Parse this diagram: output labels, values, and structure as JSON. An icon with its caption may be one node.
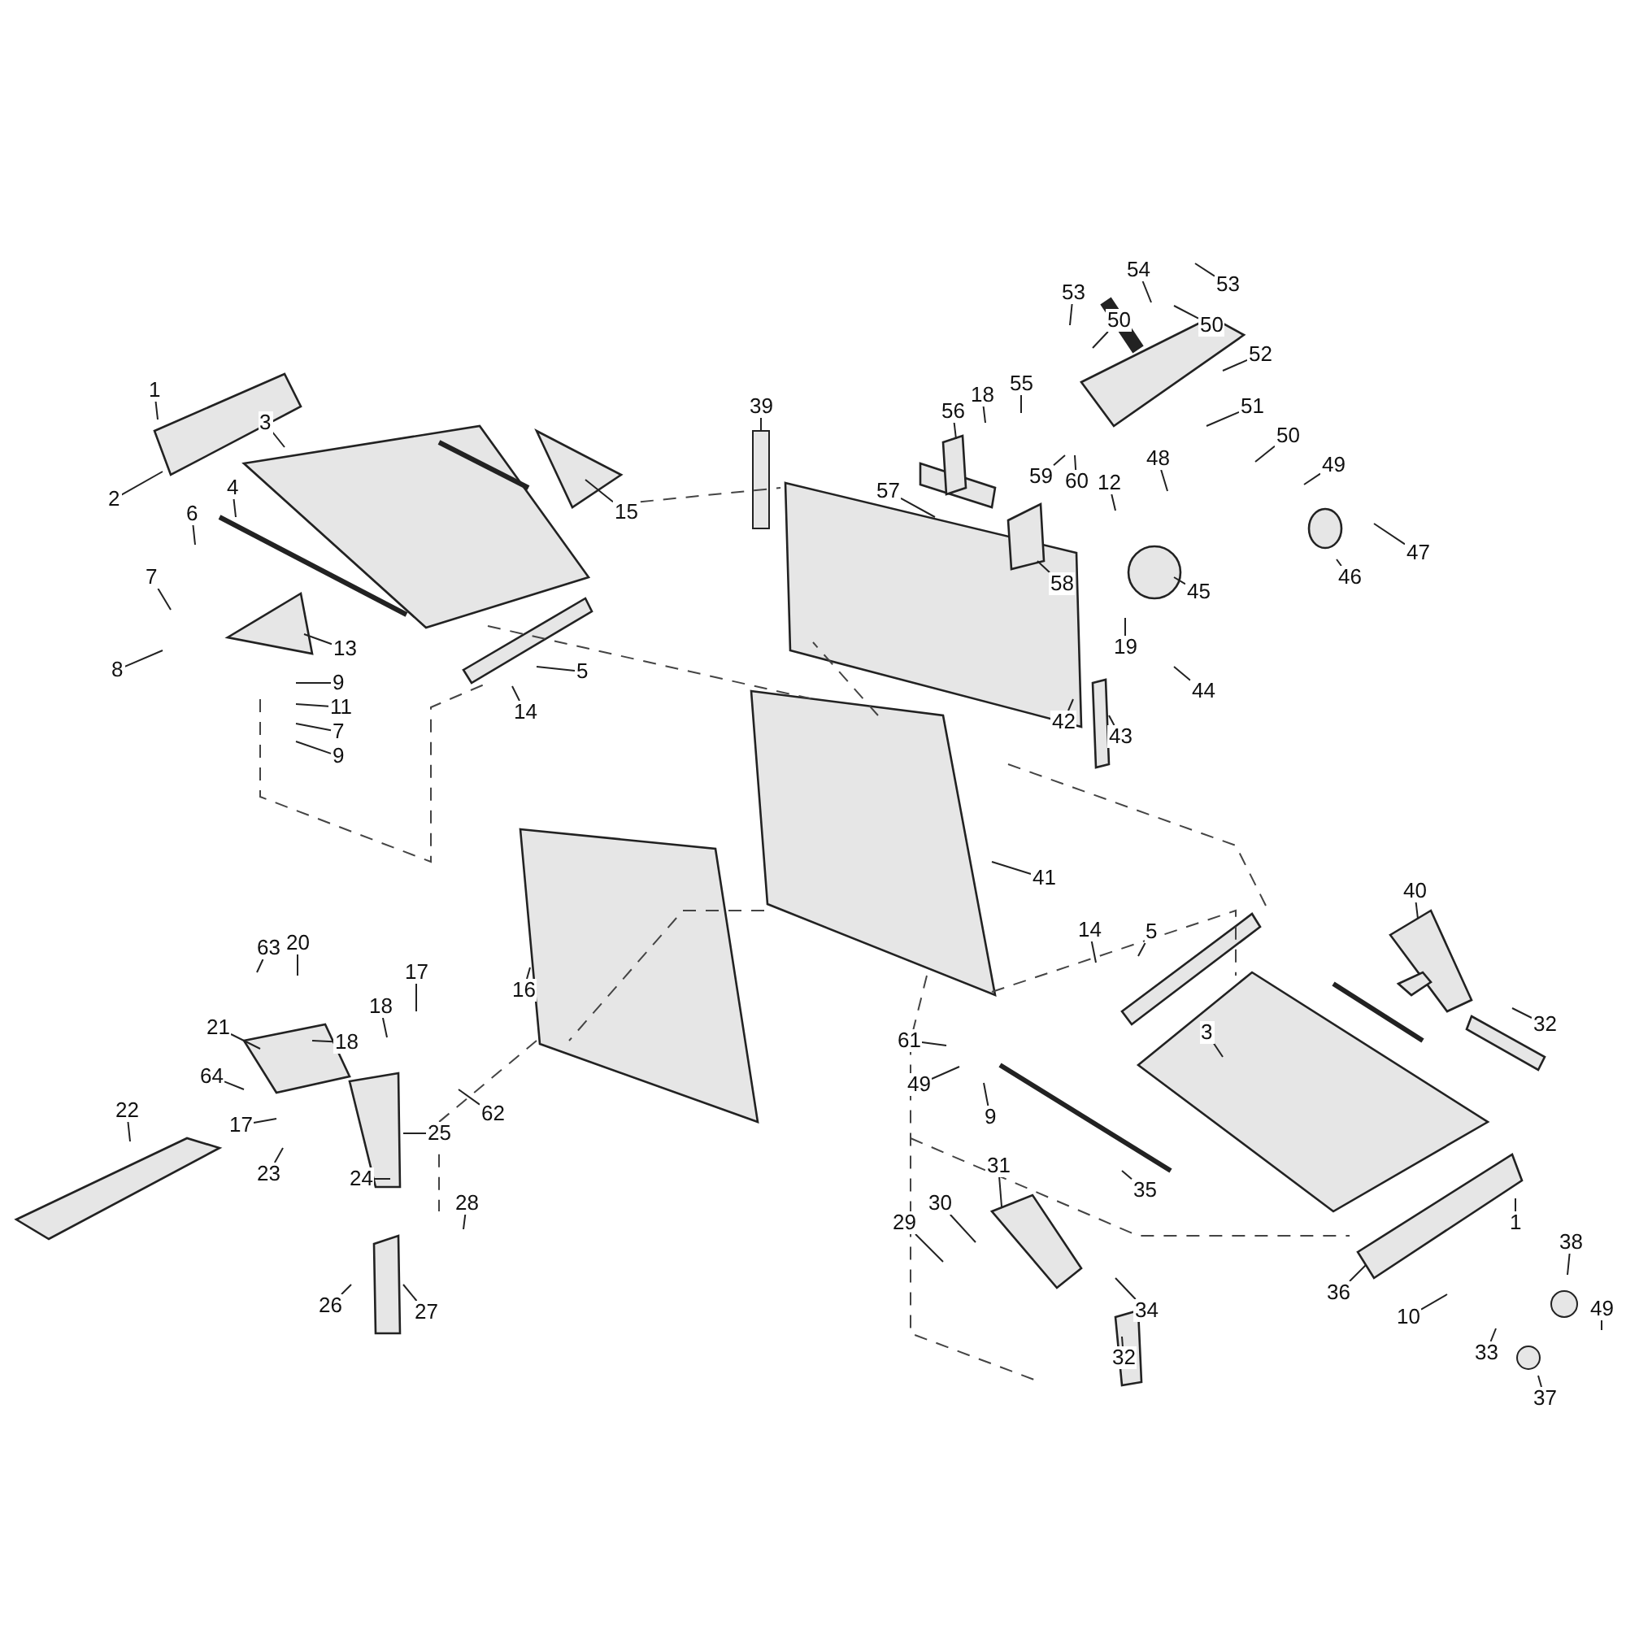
{
  "diagram": {
    "nodes": [
      {
        "text": [
          "1"
        ]
      },
      {
        "text": [
          "2"
        ]
      },
      {
        "text": [
          "3"
        ]
      },
      {
        "text": [
          "4"
        ]
      },
      {
        "text": [
          "6"
        ]
      },
      {
        "text": [
          "7"
        ]
      },
      {
        "text": [
          "8"
        ]
      },
      {
        "text": [
          "13"
        ]
      },
      {
        "text": [
          "15"
        ]
      },
      {
        "text": [
          "5"
        ]
      },
      {
        "text": [
          "14"
        ]
      },
      {
        "text": [
          "9"
        ]
      },
      {
        "text": [
          "11"
        ]
      },
      {
        "text": [
          "7"
        ]
      },
      {
        "text": [
          "9"
        ]
      },
      {
        "text": [
          "39"
        ]
      },
      {
        "text": [
          "53"
        ]
      },
      {
        "text": [
          "50"
        ]
      },
      {
        "text": [
          "54"
        ]
      },
      {
        "text": [
          "53"
        ]
      },
      {
        "text": [
          "50"
        ]
      },
      {
        "text": [
          "52"
        ]
      },
      {
        "text": [
          "56"
        ]
      },
      {
        "text": [
          "18"
        ]
      },
      {
        "text": [
          "55"
        ]
      },
      {
        "text": [
          "51"
        ]
      },
      {
        "text": [
          "50"
        ]
      },
      {
        "text": [
          "49"
        ]
      },
      {
        "text": [
          "59"
        ]
      },
      {
        "text": [
          "60"
        ]
      },
      {
        "text": [
          "12"
        ]
      },
      {
        "text": [
          "48"
        ]
      },
      {
        "text": [
          "57"
        ]
      },
      {
        "text": [
          "58"
        ]
      },
      {
        "text": [
          "45"
        ]
      },
      {
        "text": [
          "46"
        ]
      },
      {
        "text": [
          "47"
        ]
      },
      {
        "text": [
          "19"
        ]
      },
      {
        "text": [
          "44"
        ]
      },
      {
        "text": [
          "42"
        ]
      },
      {
        "text": [
          "43"
        ]
      },
      {
        "text": [
          "41"
        ]
      },
      {
        "text": [
          "40"
        ]
      },
      {
        "text": [
          "5"
        ]
      },
      {
        "text": [
          "14"
        ]
      },
      {
        "text": [
          "32"
        ]
      },
      {
        "text": [
          "3"
        ]
      },
      {
        "text": [
          "61"
        ]
      },
      {
        "text": [
          "49"
        ]
      },
      {
        "text": [
          "9"
        ]
      },
      {
        "text": [
          "35"
        ]
      },
      {
        "text": [
          "31"
        ]
      },
      {
        "text": [
          "30"
        ]
      },
      {
        "text": [
          "29"
        ]
      },
      {
        "text": [
          "34"
        ]
      },
      {
        "text": [
          "32"
        ]
      },
      {
        "text": [
          "36"
        ]
      },
      {
        "text": [
          "1"
        ]
      },
      {
        "text": [
          "10"
        ]
      },
      {
        "text": [
          "33"
        ]
      },
      {
        "text": [
          "37"
        ]
      },
      {
        "text": [
          "38"
        ]
      },
      {
        "text": [
          "49"
        ]
      },
      {
        "text": [
          "63"
        ]
      },
      {
        "text": [
          "20"
        ]
      },
      {
        "text": [
          "18"
        ]
      },
      {
        "text": [
          "21"
        ]
      },
      {
        "text": [
          "17"
        ]
      },
      {
        "text": [
          "18"
        ]
      },
      {
        "text": [
          "16"
        ]
      },
      {
        "text": [
          "64"
        ]
      },
      {
        "text": [
          "17"
        ]
      },
      {
        "text": [
          "62"
        ]
      },
      {
        "text": [
          "25"
        ]
      },
      {
        "text": [
          "22"
        ]
      },
      {
        "text": [
          "23"
        ]
      },
      {
        "text": [
          "24"
        ]
      },
      {
        "text": [
          "28"
        ]
      },
      {
        "text": [
          "26"
        ]
      },
      {
        "text": [
          "27"
        ]
      }
    ],
    "edges": [
      {
        "from": 0,
        "to": null,
        "arrow": "none"
      },
      {
        "from": 1,
        "to": null,
        "arrow": "none"
      },
      {
        "from": 2,
        "to": null,
        "arrow": "none"
      },
      {
        "from": 3,
        "to": null,
        "arrow": "none"
      },
      {
        "from": 4,
        "to": null,
        "arrow": "none"
      },
      {
        "from": 5,
        "to": null,
        "arrow": "none"
      },
      {
        "from": 6,
        "to": null,
        "arrow": "none"
      },
      {
        "from": 7,
        "to": null,
        "arrow": "none"
      },
      {
        "from": 8,
        "to": null,
        "arrow": "none"
      },
      {
        "from": 9,
        "to": null,
        "arrow": "none"
      },
      {
        "from": 10,
        "to": null,
        "arrow": "none"
      },
      {
        "from": 11,
        "to": null,
        "arrow": "none"
      },
      {
        "from": 12,
        "to": null,
        "arrow": "none"
      },
      {
        "from": 13,
        "to": null,
        "arrow": "none"
      },
      {
        "from": 14,
        "to": null,
        "arrow": "none"
      },
      {
        "from": 15,
        "to": null,
        "arrow": "none"
      },
      {
        "from": 16,
        "to": null,
        "arrow": "none"
      },
      {
        "from": 17,
        "to": null,
        "arrow": "none"
      },
      {
        "from": 18,
        "to": null,
        "arrow": "none"
      },
      {
        "from": 19,
        "to": null,
        "arrow": "none"
      },
      {
        "from": 20,
        "to": null,
        "arrow": "none"
      },
      {
        "from": 21,
        "to": null,
        "arrow": "none"
      },
      {
        "from": 22,
        "to": null,
        "arrow": "none"
      },
      {
        "from": 23,
        "to": null,
        "arrow": "none"
      },
      {
        "from": 24,
        "to": null,
        "arrow": "none"
      },
      {
        "from": 25,
        "to": null,
        "arrow": "none"
      },
      {
        "from": 26,
        "to": null,
        "arrow": "none"
      },
      {
        "from": 27,
        "to": null,
        "arrow": "none"
      },
      {
        "from": 28,
        "to": null,
        "arrow": "none"
      },
      {
        "from": 29,
        "to": null,
        "arrow": "none"
      },
      {
        "from": 30,
        "to": null,
        "arrow": "none"
      },
      {
        "from": 31,
        "to": null,
        "arrow": "none"
      },
      {
        "from": 32,
        "to": null,
        "arrow": "none"
      },
      {
        "from": 33,
        "to": null,
        "arrow": "none"
      },
      {
        "from": 34,
        "to": null,
        "arrow": "none"
      },
      {
        "from": 35,
        "to": null,
        "arrow": "none"
      },
      {
        "from": 36,
        "to": null,
        "arrow": "none"
      },
      {
        "from": 37,
        "to": null,
        "arrow": "none"
      },
      {
        "from": 38,
        "to": null,
        "arrow": "none"
      },
      {
        "from": 39,
        "to": null,
        "arrow": "none"
      },
      {
        "from": 40,
        "to": null,
        "arrow": "none"
      },
      {
        "from": 41,
        "to": null,
        "arrow": "none"
      },
      {
        "from": 42,
        "to": null,
        "arrow": "none"
      },
      {
        "from": 43,
        "to": null,
        "arrow": "none"
      },
      {
        "from": 44,
        "to": null,
        "arrow": "none"
      },
      {
        "from": 45,
        "to": null,
        "arrow": "none"
      },
      {
        "from": 46,
        "to": null,
        "arrow": "none"
      },
      {
        "from": 47,
        "to": null,
        "arrow": "none"
      },
      {
        "from": 48,
        "to": null,
        "arrow": "none"
      },
      {
        "from": 49,
        "to": null,
        "arrow": "none"
      },
      {
        "from": 50,
        "to": null,
        "arrow": "none"
      },
      {
        "from": 51,
        "to": null,
        "arrow": "none"
      },
      {
        "from": 52,
        "to": null,
        "arrow": "none"
      },
      {
        "from": 53,
        "to": null,
        "arrow": "none"
      },
      {
        "from": 54,
        "to": null,
        "arrow": "none"
      },
      {
        "from": 55,
        "to": null,
        "arrow": "none"
      },
      {
        "from": 56,
        "to": null,
        "arrow": "none"
      },
      {
        "from": 57,
        "to": null,
        "arrow": "none"
      },
      {
        "from": 58,
        "to": null,
        "arrow": "none"
      },
      {
        "from": 59,
        "to": null,
        "arrow": "none"
      },
      {
        "from": 60,
        "to": null,
        "arrow": "none"
      },
      {
        "from": 61,
        "to": null,
        "arrow": "none"
      },
      {
        "from": 62,
        "to": null,
        "arrow": "none"
      },
      {
        "from": 63,
        "to": null,
        "arrow": "none"
      },
      {
        "from": 64,
        "to": null,
        "arrow": "none"
      },
      {
        "from": 65,
        "to": null,
        "arrow": "none"
      },
      {
        "from": 66,
        "to": null,
        "arrow": "none"
      },
      {
        "from": 67,
        "to": null,
        "arrow": "none"
      },
      {
        "from": 68,
        "to": null,
        "arrow": "none"
      },
      {
        "from": 69,
        "to": null,
        "arrow": "none"
      },
      {
        "from": 70,
        "to": null,
        "arrow": "none"
      },
      {
        "from": 71,
        "to": null,
        "arrow": "none"
      },
      {
        "from": 72,
        "to": null,
        "arrow": "none"
      },
      {
        "from": 73,
        "to": null,
        "arrow": "none"
      },
      {
        "from": 74,
        "to": null,
        "arrow": "none"
      },
      {
        "from": 75,
        "to": null,
        "arrow": "none"
      },
      {
        "from": 76,
        "to": null,
        "arrow": "none"
      },
      {
        "from": 77,
        "to": null,
        "arrow": "none"
      },
      {
        "from": 78,
        "to": null,
        "arrow": "none"
      },
      {
        "from": 79,
        "to": null,
        "arrow": "none"
      }
    ]
  }
}
